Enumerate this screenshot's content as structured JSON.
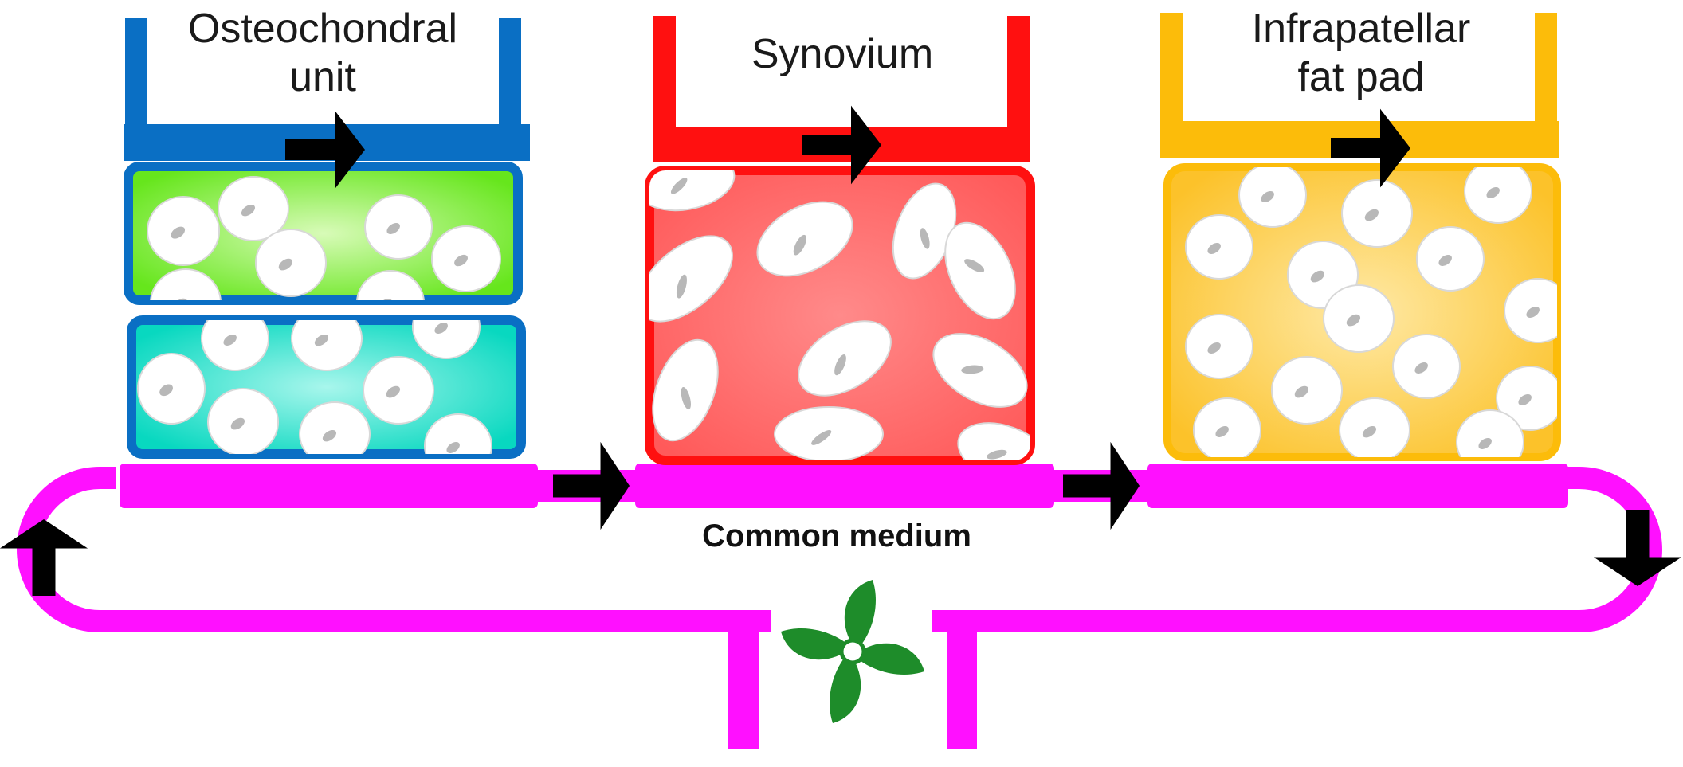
{
  "diagram": {
    "compartments": [
      {
        "id": "osteochondral",
        "title_lines": [
          "Osteochondral",
          "unit"
        ],
        "color": "#0a6fc4"
      },
      {
        "id": "synovium",
        "title_lines": [
          "Synovium"
        ],
        "color": "#ff1010"
      },
      {
        "id": "infrapatellar",
        "title_lines": [
          "Infrapatellar",
          "fat pad"
        ],
        "color": "#fcbc0a"
      }
    ],
    "medium_label": "Common medium",
    "colors": {
      "circuit": "#ff10ff",
      "arrow": "#000000",
      "pump": "#1e8c2a",
      "cartilage": "#7fea33",
      "bone": "#14dcc8",
      "synovium_fill": "#ff7070",
      "fat_fill": "#fdd24a",
      "cell": "#ffffff",
      "nucleus": "#b8b8b8"
    },
    "icons": [
      "flow-arrow-icon",
      "pump-propeller-icon",
      "cell-icon"
    ]
  }
}
